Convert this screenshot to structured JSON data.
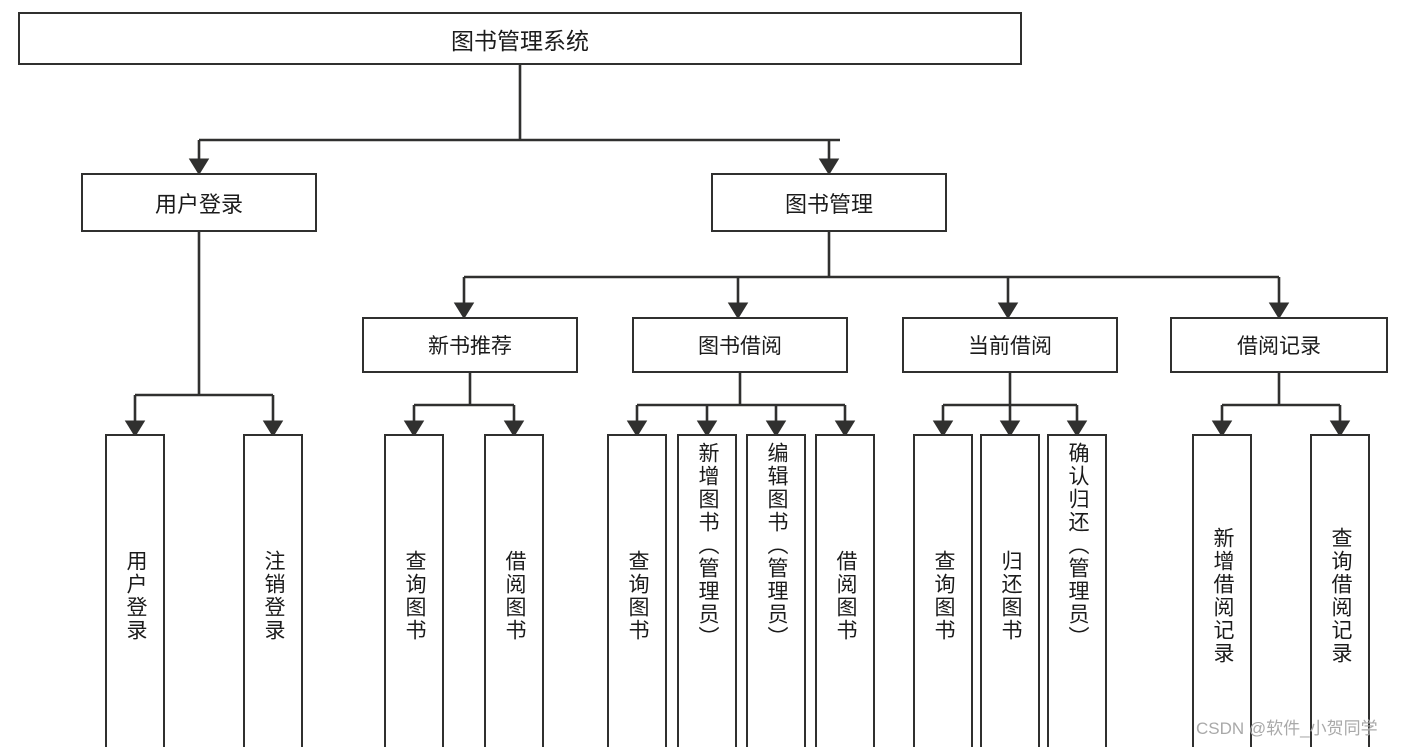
{
  "diagram": {
    "title": "图书管理系统",
    "root": {
      "label": "图书管理系统"
    },
    "level2": [
      {
        "label": "用户登录"
      },
      {
        "label": "图书管理"
      }
    ],
    "level3": [
      {
        "label": "新书推荐"
      },
      {
        "label": "图书借阅"
      },
      {
        "label": "当前借阅"
      },
      {
        "label": "借阅记录"
      }
    ],
    "leaves": {
      "user_login": [
        {
          "label": "用户登录"
        },
        {
          "label": "注销登录"
        }
      ],
      "new_book_recommend": [
        {
          "label": "查询图书"
        },
        {
          "label": "借阅图书"
        }
      ],
      "book_borrow": [
        {
          "label": "查询图书"
        },
        {
          "label": "新增图书（管理员）"
        },
        {
          "label": "编辑图书（管理员）"
        },
        {
          "label": "借阅图书"
        }
      ],
      "current_borrow": [
        {
          "label": "查询图书"
        },
        {
          "label": "归还图书"
        },
        {
          "label": "确认归还（管理员）"
        }
      ],
      "borrow_record": [
        {
          "label": "新增借阅记录"
        },
        {
          "label": "查询借阅记录"
        }
      ]
    }
  },
  "watermark": {
    "text": "CSDN @软件_小贺同学"
  },
  "colors": {
    "stroke": "#30302f",
    "text": "#1b1b1b",
    "background": "#ffffff",
    "watermark": "#a9a9a9"
  }
}
